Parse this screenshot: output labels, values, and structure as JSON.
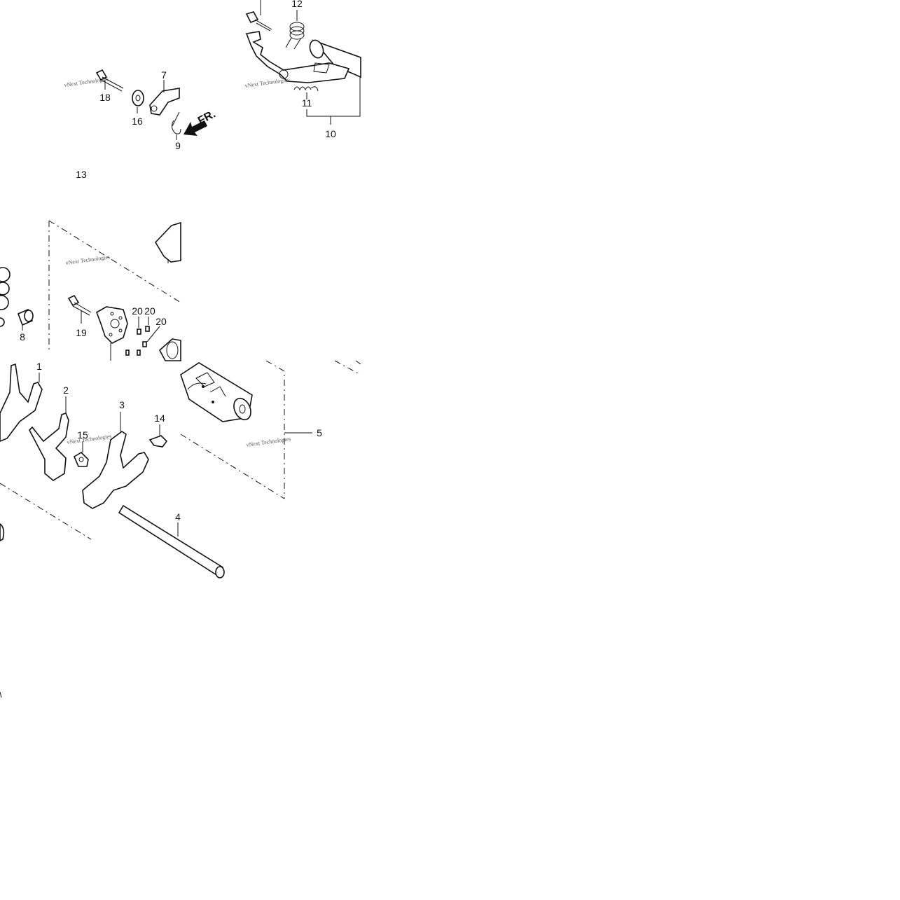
{
  "diagram": {
    "callouts": {
      "c1": "1",
      "c2": "2",
      "c3": "3",
      "c4": "4",
      "c5": "5",
      "c7": "7",
      "c8": "8",
      "c9": "9",
      "c10": "10",
      "c11": "11",
      "c12": "12",
      "c13": "13",
      "c14": "14",
      "c15": "15",
      "c16": "16",
      "c18": "18",
      "c19": "19",
      "c20a": "20",
      "c20b": "20",
      "c20c": "20"
    },
    "direction_label": "FR.",
    "watermark": "vNext Technologies"
  }
}
